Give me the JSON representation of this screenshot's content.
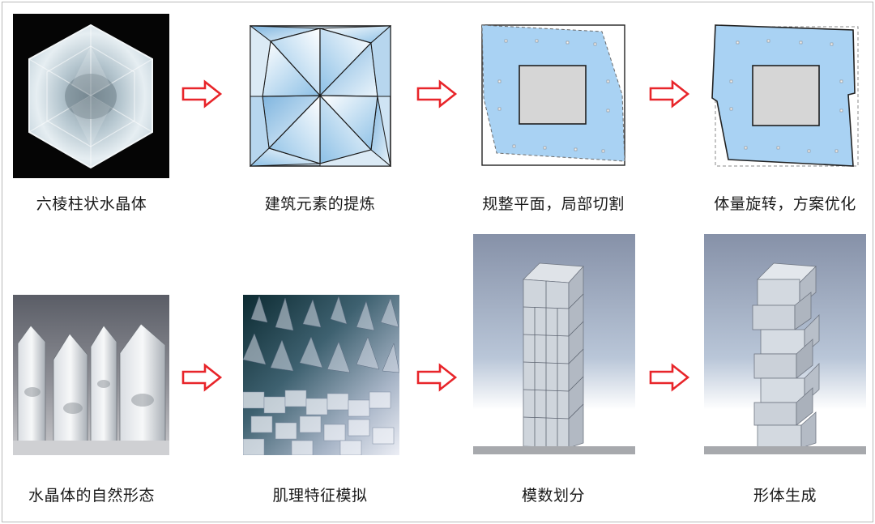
{
  "row1": [
    {
      "caption": "六棱柱状水晶体"
    },
    {
      "caption": "建筑元素的提炼"
    },
    {
      "caption": "规整平面，局部切割"
    },
    {
      "caption": "体量旋转，方案优化"
    }
  ],
  "row2": [
    {
      "caption": "水晶体的自然形态"
    },
    {
      "caption": "肌理特征模拟"
    },
    {
      "caption": "模数划分"
    },
    {
      "caption": "形体生成"
    }
  ],
  "arrow_icon": "right-arrow-icon",
  "colors": {
    "arrow_outline": "#e8252a",
    "plan_fill": "#a9d2f3",
    "core_fill": "#d6d6d6",
    "sky_top": "#8691a8",
    "sky_bottom": "#ffffff",
    "tower": "#c8ced6"
  }
}
